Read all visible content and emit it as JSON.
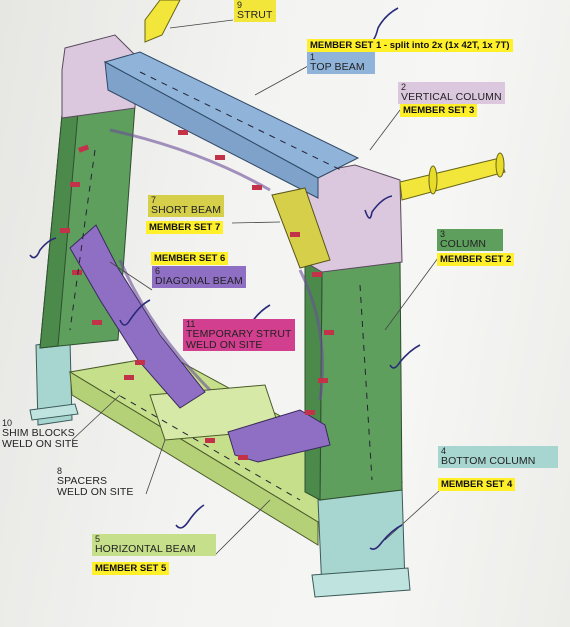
{
  "labels": {
    "strut": {
      "num": "9",
      "name": "STRUT"
    },
    "top_beam": {
      "num": "1",
      "name": "TOP BEAM"
    },
    "vertical_column": {
      "num": "2",
      "name": "VERTICAL COLUMN"
    },
    "short_beam": {
      "num": "7",
      "name": "SHORT BEAM"
    },
    "diagonal_beam": {
      "num": "6",
      "name": "DIAGONAL BEAM"
    },
    "temporary_strut": {
      "num": "11",
      "name": "TEMPORARY STRUT",
      "sub": "WELD ON SITE"
    },
    "column": {
      "num": "3",
      "name": "COLUMN"
    },
    "shim_blocks": {
      "num": "10",
      "name": "SHIM BLOCKS",
      "sub": "WELD ON SITE"
    },
    "spacers": {
      "num": "8",
      "name": "SPACERS",
      "sub": "WELD ON SITE"
    },
    "bottom_column": {
      "num": "4",
      "name": "BOTTOM COLUMN"
    },
    "horizontal_beam": {
      "num": "5",
      "name": "HORIZONTAL BEAM"
    }
  },
  "member_sets": {
    "set1": "MEMBER SET 1 - split into 2x (1x 42T, 1x 7T)",
    "set2": "MEMBER SET 2",
    "set3": "MEMBER SET 3",
    "set4": "MEMBER SET 4",
    "set5": "MEMBER SET 5",
    "set6": "MEMBER SET 6",
    "set7": "MEMBER SET 7"
  },
  "colors": {
    "strut": "#f2e63a",
    "top_beam": "#8fb3d9",
    "vertical_column": "#dcc8de",
    "short_beam": "#d6cf4a",
    "diagonal_beam": "#8f6fc4",
    "temporary_strut": "#d23f8e",
    "column": "#5e9f5e",
    "bottom_column": "#a7d5d0",
    "horizontal_beam": "#c6df8a",
    "member_set_highlight": "#fff02a"
  }
}
